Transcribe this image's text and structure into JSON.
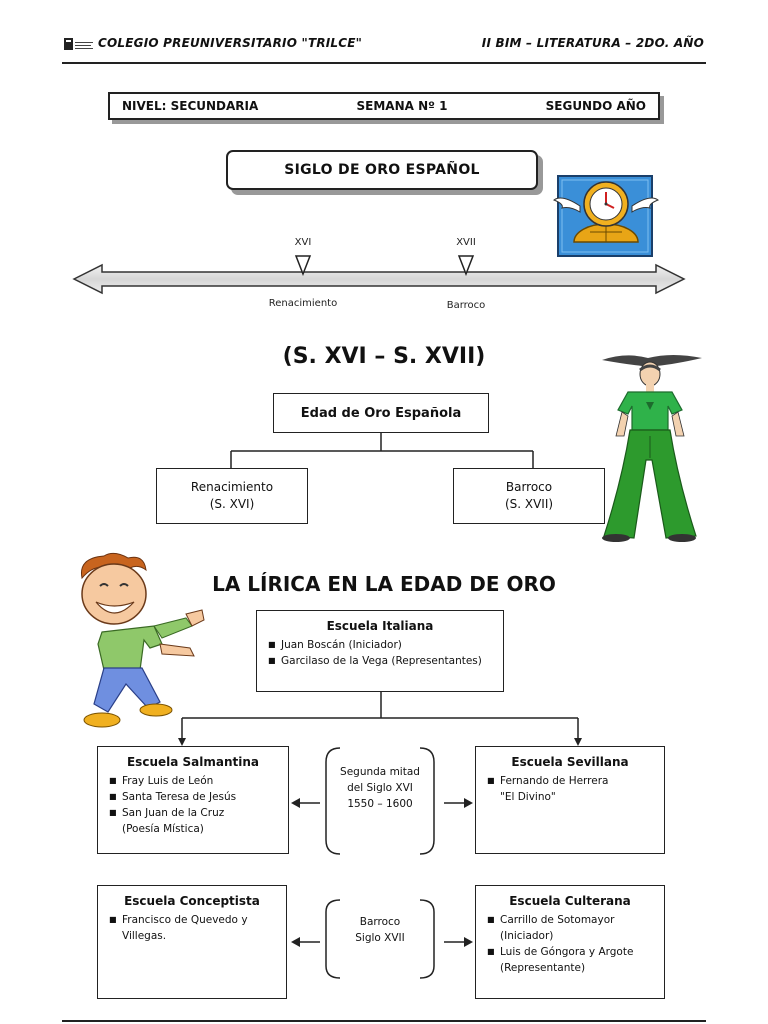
{
  "header": {
    "school": "COLEGIO PREUNIVERSITARIO \"TRILCE\"",
    "course": "II BIM – LITERATURA – 2DO. AÑO"
  },
  "info_bar": {
    "nivel": "NIVEL: SECUNDARIA",
    "semana": "SEMANA Nº 1",
    "grado": "SEGUNDO AÑO"
  },
  "title": "SIGLO DE ORO ESPAÑOL",
  "timeline": {
    "markers": [
      {
        "century": "XVI",
        "label": "Renacimiento"
      },
      {
        "century": "XVII",
        "label": "Barroco"
      }
    ]
  },
  "period_title": "(S. XVI – S. XVII)",
  "diagram": {
    "root": "Edad de Oro Española",
    "left": {
      "name": "Renacimiento",
      "range": "(S. XVI)"
    },
    "right": {
      "name": "Barroco",
      "range": "(S. XVII)"
    }
  },
  "lirica_title": "LA LÍRICA EN LA EDAD DE ORO",
  "escuelas": {
    "italiana": {
      "title": "Escuela Italiana",
      "items": [
        "Juan Boscán (Iniciador)",
        "Garcilaso de la Vega (Representantes)"
      ]
    },
    "salmantina": {
      "title": "Escuela Salmantina",
      "items": [
        "Fray Luis de León",
        "Santa Teresa de Jesús",
        "San Juan de la Cruz",
        "(Poesía Mística)"
      ]
    },
    "sevillana": {
      "title": "Escuela Sevillana",
      "items": [
        "Fernando de Herrera",
        "\"El Divino\""
      ]
    },
    "middle1": {
      "line1": "Segunda mitad",
      "line2": "del Siglo XVI",
      "line3": "1550 – 1600"
    },
    "conceptista": {
      "title": "Escuela Conceptista",
      "items": [
        "Francisco de Quevedo y",
        "Villegas."
      ]
    },
    "culterana": {
      "title": "Escuela Culterana",
      "items": [
        "Carrillo de Sotomayor",
        "(Iniciador)",
        "Luis de Góngora y Argote",
        "(Representante)"
      ]
    },
    "middle2": {
      "line1": "Barroco",
      "line2": "Siglo XVII"
    }
  },
  "colors": {
    "clock_bg": "#3a8fd8",
    "shirt_green": "#2fb24a",
    "pants_green": "#2d9a2d",
    "kid_shirt": "#8fc86a",
    "kid_pants": "#6f8fe0",
    "kid_shoes": "#f0b020"
  }
}
